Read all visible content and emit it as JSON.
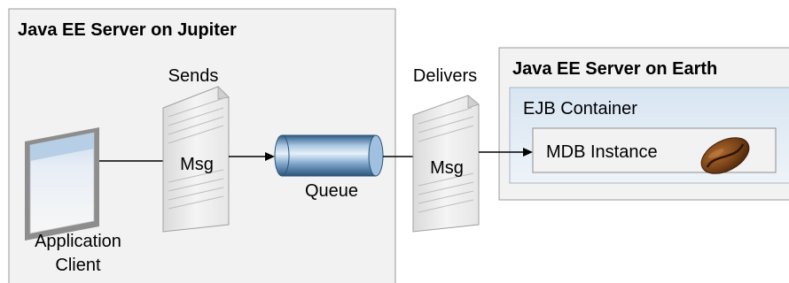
{
  "servers": {
    "jupiter": {
      "title": "Java EE Server on Jupiter"
    },
    "earth": {
      "title": "Java EE Server on Earth"
    }
  },
  "container": {
    "title": "EJB Container"
  },
  "mdb": {
    "label": "MDB Instance"
  },
  "client": {
    "label_line1": "Application",
    "label_line2": "Client"
  },
  "actions": {
    "sends": "Sends",
    "delivers": "Delivers"
  },
  "messages": {
    "sent": "Msg",
    "delivered": "Msg"
  },
  "queue": {
    "label": "Queue"
  },
  "icons": {
    "client": "application-window-icon",
    "message": "message-document-icon",
    "queue": "queue-cylinder-icon",
    "bean": "coffee-bean-icon"
  },
  "colors": {
    "server_fill": "#f1f1f1",
    "container_fill": "#e0eaf4",
    "queue_blue": "#4f7ea8",
    "bean_brown": "#6a3a16"
  }
}
